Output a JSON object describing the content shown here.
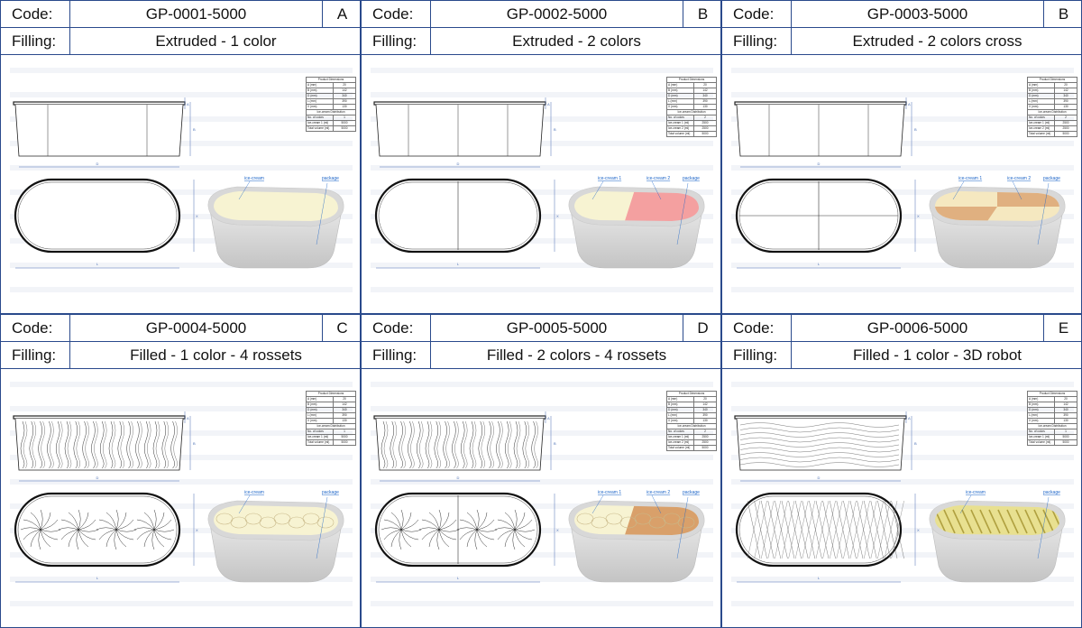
{
  "labels": {
    "code": "Code:",
    "filling": "Filling:"
  },
  "panels": [
    {
      "code": "GP-0001-5000",
      "letter": "A",
      "filling": "Extruded - 1 color",
      "fill_labels": [
        "ice-cream"
      ],
      "packaging_label": "package",
      "table": {
        "title": "Product Dimensions",
        "rows": [
          [
            "A (mm)",
            "20"
          ],
          [
            "B (mm)",
            "142"
          ],
          [
            "D (mm)",
            "340"
          ],
          [
            "L (mm)",
            "390"
          ],
          [
            "X (mm)",
            "130"
          ]
        ],
        "dist_title": "Ice-cream Distribution",
        "dist_rows": [
          [
            "No. of colors",
            "1"
          ],
          [
            "Ice-cream 1 (ml)",
            "5000"
          ]
        ],
        "total": [
          "Total volume (ml)",
          "5000"
        ]
      },
      "colors": [
        "#f7f3d2"
      ],
      "style": "extruded1"
    },
    {
      "code": "GP-0002-5000",
      "letter": "B",
      "filling": "Extruded - 2 colors",
      "fill_labels": [
        "ice-cream 1",
        "ice-cream 2"
      ],
      "packaging_label": "package",
      "table": {
        "title": "Product Dimensions",
        "rows": [
          [
            "A (mm)",
            "20"
          ],
          [
            "B (mm)",
            "142"
          ],
          [
            "D (mm)",
            "340"
          ],
          [
            "L (mm)",
            "390"
          ],
          [
            "X (mm)",
            "130"
          ]
        ],
        "dist_title": "Ice-cream Distribution",
        "dist_rows": [
          [
            "No. of colors",
            "2"
          ],
          [
            "Ice-cream 1 (ml)",
            "2500"
          ],
          [
            "Ice-cream 2 (ml)",
            "2500"
          ]
        ],
        "total": [
          "Total volume (ml)",
          "5000"
        ]
      },
      "colors": [
        "#f7f3d2",
        "#f4a0a0"
      ],
      "style": "extruded2"
    },
    {
      "code": "GP-0003-5000",
      "letter": "B",
      "filling": "Extruded - 2 colors cross",
      "fill_labels": [
        "ice-cream 1",
        "ice-cream 2"
      ],
      "packaging_label": "package",
      "table": {
        "title": "Product Dimensions",
        "rows": [
          [
            "A (mm)",
            "20"
          ],
          [
            "B (mm)",
            "142"
          ],
          [
            "D (mm)",
            "340"
          ],
          [
            "L (mm)",
            "390"
          ],
          [
            "X (mm)",
            "130"
          ]
        ],
        "dist_title": "Ice-cream Distribution",
        "dist_rows": [
          [
            "No. of colors",
            "2"
          ],
          [
            "Ice-cream 1 (ml)",
            "2500"
          ],
          [
            "Ice-cream 2 (ml)",
            "2500"
          ]
        ],
        "total": [
          "Total volume (ml)",
          "5000"
        ]
      },
      "colors": [
        "#e0b080",
        "#f5e8c0"
      ],
      "style": "cross"
    },
    {
      "code": "GP-0004-5000",
      "letter": "C",
      "filling": "Filled - 1 color - 4 rossets",
      "fill_labels": [
        "ice-cream"
      ],
      "packaging_label": "package",
      "table": {
        "title": "Product Dimensions",
        "rows": [
          [
            "A (mm)",
            "20"
          ],
          [
            "B (mm)",
            "142"
          ],
          [
            "D (mm)",
            "340"
          ],
          [
            "L (mm)",
            "390"
          ],
          [
            "X (mm)",
            "130"
          ]
        ],
        "dist_title": "Ice-cream Distribution",
        "dist_rows": [
          [
            "No. of colors",
            "1"
          ],
          [
            "Ice-cream 1 (ml)",
            "5000"
          ]
        ],
        "total": [
          "Total volume (ml)",
          "5000"
        ]
      },
      "colors": [
        "#f7f3d2"
      ],
      "style": "rossets1"
    },
    {
      "code": "GP-0005-5000",
      "letter": "D",
      "filling": "Filled - 2 colors - 4 rossets",
      "fill_labels": [
        "ice-cream 1",
        "ice-cream 2"
      ],
      "packaging_label": "package",
      "table": {
        "title": "Product Dimensions",
        "rows": [
          [
            "A (mm)",
            "20"
          ],
          [
            "B (mm)",
            "142"
          ],
          [
            "D (mm)",
            "340"
          ],
          [
            "L (mm)",
            "390"
          ],
          [
            "X (mm)",
            "130"
          ]
        ],
        "dist_title": "Ice-cream Distribution",
        "dist_rows": [
          [
            "No. of colors",
            "2"
          ],
          [
            "Ice-cream 1 (ml)",
            "2500"
          ],
          [
            "Ice-cream 2 (ml)",
            "2500"
          ]
        ],
        "total": [
          "Total volume (ml)",
          "5000"
        ]
      },
      "colors": [
        "#f7f3d2",
        "#d9a06a"
      ],
      "style": "rossets2"
    },
    {
      "code": "GP-0006-5000",
      "letter": "E",
      "filling": "Filled - 1 color - 3D robot",
      "fill_labels": [
        "ice-cream"
      ],
      "packaging_label": "package",
      "table": {
        "title": "Product Dimensions",
        "rows": [
          [
            "A (mm)",
            "20"
          ],
          [
            "B (mm)",
            "142"
          ],
          [
            "D (mm)",
            "340"
          ],
          [
            "L (mm)",
            "390"
          ],
          [
            "X (mm)",
            "130"
          ]
        ],
        "dist_title": "Ice-cream Distribution",
        "dist_rows": [
          [
            "No. of colors",
            "1"
          ],
          [
            "Ice-cream 1 (ml)",
            "5000"
          ]
        ],
        "total": [
          "Total volume (ml)",
          "5000"
        ]
      },
      "colors": [
        "#e8e090"
      ],
      "style": "robot"
    }
  ],
  "dimension_letters": {
    "width": "D",
    "length": "L",
    "height": "B",
    "lip": "A",
    "depth": "X"
  }
}
